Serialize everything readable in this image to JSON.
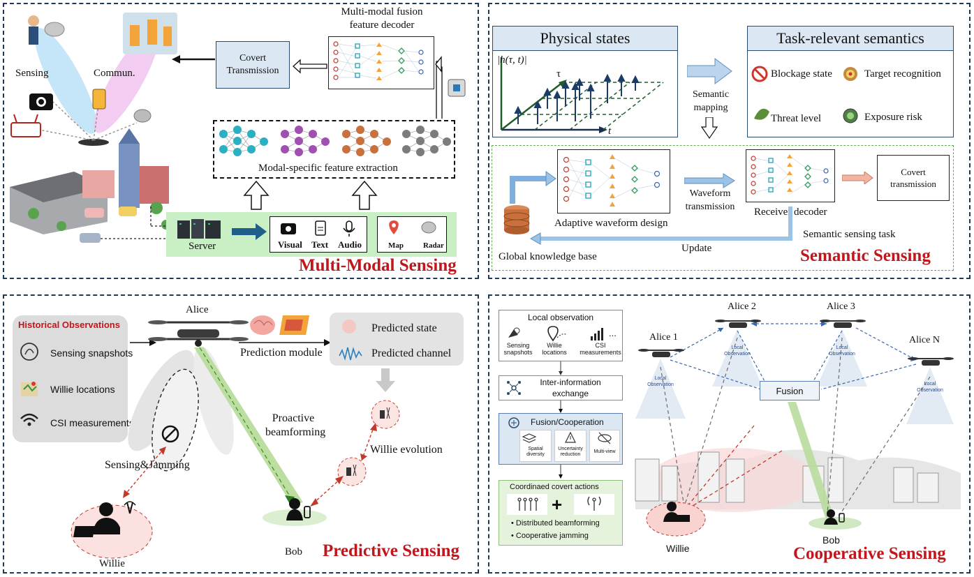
{
  "panels": {
    "multimodal": {
      "title": "Multi-Modal Sensing",
      "sensing": "Sensing",
      "commun": "Commun.",
      "decoder_title": "Multi-modal fusion\nfeature decoder",
      "covert": "Covert\nTransmission",
      "extraction": "Modal-specific feature extraction",
      "server": "Server",
      "visual": "Visual",
      "text": "Text",
      "audio": "Audio",
      "map": "Map",
      "radar": "Radar"
    },
    "semantic": {
      "title": "Semantic Sensing",
      "physical": "Physical states",
      "task": "Task-relevant semantics",
      "h_label": "|h(τ, t)|",
      "tau": "τ",
      "t": "t",
      "semantic_mapping": "Semantic\nmapping",
      "blockage": "Blockage state",
      "target": "Target recognition",
      "threat": "Threat level",
      "exposure": "Exposure risk",
      "adaptive": "Adaptive waveform design",
      "waveform_tx": "Waveform\ntransmission",
      "receiver": "Receiver decoder",
      "covert": "Covert\ntransmission",
      "semantic_task": "Semantic sensing task",
      "update": "Update",
      "knowledge": "Global knowledge base"
    },
    "predictive": {
      "title": "Predictive Sensing",
      "hist_title": "Historical Observations",
      "snapshots": "Sensing snapshots",
      "willie_loc": "Willie locations",
      "csi": "CSI measurements",
      "alice": "Alice",
      "prediction": "Prediction module",
      "pred_state": "Predicted state",
      "pred_channel": "Predicted channel",
      "proactive": "Proactive\nbeamforming",
      "willie_evo": "Willie evolution",
      "sensing_jam": "Sensing&Jamming",
      "willie": "Willie",
      "bob": "Bob"
    },
    "cooperative": {
      "title": "Cooperative Sensing",
      "local_obs": "Local observation",
      "sensing_snap": "Sensing\nsnapshots",
      "willie_loc": "Willie\nlocations",
      "csi_meas": "CSI\nmeasurements",
      "ellipsis": "...",
      "inter": "Inter-information\nexchange",
      "fusion_coop": "Fusion/Cooperation",
      "spatial": "Spatial\ndiversity",
      "uncertainty": "Uncertainty\nreduction",
      "multiview": "Multi-view",
      "coord": "Coordinaed covert actions",
      "plus": "+",
      "bullet1": "• Distributed beamforming",
      "bullet2": "• Cooperative jamming",
      "alice1": "Alice 1",
      "alice2": "Alice 2",
      "alice3": "Alice 3",
      "aliceN": "Alice N",
      "local_observation": "Local\nObservation",
      "fusion": "Fusion",
      "willie": "Willie",
      "bob": "Bob"
    }
  },
  "colors": {
    "panel_border": "#1f3a56",
    "title_red": "#c0161c",
    "box_blue_fill": "#dbe8f4",
    "box_blue_border": "#2b4a6b",
    "server_green": "#c9efc4",
    "arrow_blue": "#9cc3e6",
    "nn_cyan": "#2ab0c2",
    "nn_purple": "#a050b0",
    "nn_orange": "#c8703e",
    "nn_gray": "#7c7c7c"
  }
}
